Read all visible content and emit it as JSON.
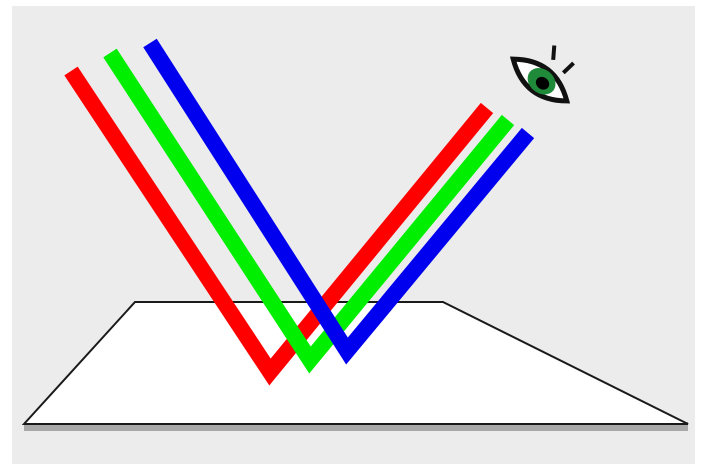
{
  "diagram": {
    "colors": {
      "background": "#ececec",
      "frame": "#ffffff",
      "surface_fill": "#ffffff",
      "surface_outline": "#1a1a1a",
      "surface_shadow": "#a9a9a9",
      "ray_red": "#ff0000",
      "ray_green": "#00ee00",
      "ray_blue": "#0000ee",
      "eye_iris": "#1f8a3a",
      "eye_pupil": "#000000",
      "eye_outline": "#111111"
    },
    "rays": [
      {
        "name": "red-ray",
        "color_key": "ray_red"
      },
      {
        "name": "green-ray",
        "color_key": "ray_green"
      },
      {
        "name": "blue-ray",
        "color_key": "ray_blue"
      }
    ],
    "icons": {
      "observer": "eye-icon"
    }
  }
}
